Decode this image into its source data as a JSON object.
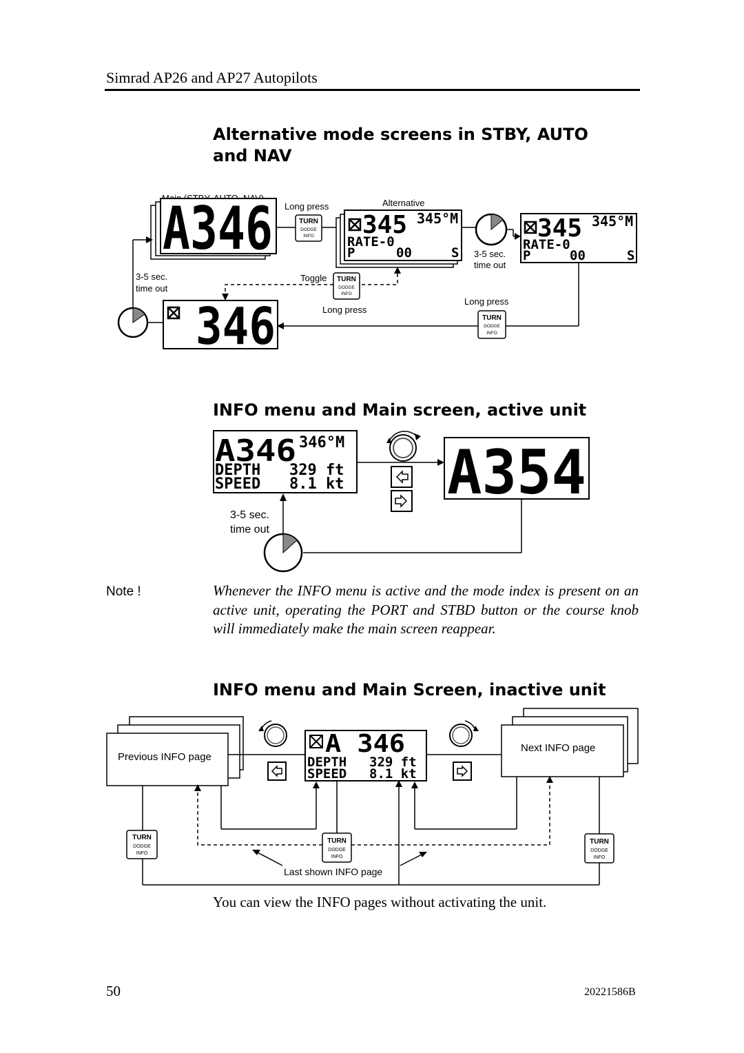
{
  "header": {
    "running_title": "Simrad AP26 and AP27 Autopilots"
  },
  "section1": {
    "title": "Alternative mode screens in STBY, AUTO and NAV",
    "labels": {
      "main": "Main (STBY, AUTO, NAV)",
      "long_press_top": "Long press",
      "alternative": "Alternative",
      "timeout_left_1": "3-5 sec.",
      "timeout_left_2": "time out",
      "timeout_right_1": "3-5 sec.",
      "timeout_right_2": "time out",
      "toggle": "Toggle",
      "long_press_mid": "Long press",
      "long_press_right": "Long press"
    },
    "screens": {
      "main_value": "A346",
      "alt_heading": "345",
      "alt_set": "345°M",
      "alt_rate": "RATE-0",
      "alt_p": "P",
      "alt_zero": "00",
      "alt_s": "S",
      "bottom_value": "346"
    }
  },
  "button": {
    "line1": "TURN",
    "line2": "DODGE",
    "line3": "INFO"
  },
  "section2": {
    "title": "INFO menu and Main screen, active unit",
    "screen": {
      "big": "A346",
      "set": "346°M",
      "depth_label": "DEPTH",
      "depth_value": "329 ft",
      "speed_label": "SPEED",
      "speed_value": "8.1 kt"
    },
    "main_value": "A354",
    "timeout_1": "3-5 sec.",
    "timeout_2": "time out"
  },
  "note": {
    "label": "Note !",
    "text": "Whenever the INFO menu is active and the mode index is present on an active unit, operating the PORT and STBD button or the course knob will immediately make the main screen reappear."
  },
  "section3": {
    "title": "INFO menu and Main Screen, inactive unit",
    "previous": "Previous INFO page",
    "next": "Next INFO page",
    "last_shown": "Last shown INFO page",
    "screen": {
      "big": "A 346",
      "depth_label": "DEPTH",
      "depth_value": "329 ft",
      "speed_label": "SPEED",
      "speed_value": "8.1 kt"
    }
  },
  "caption": "You can view the INFO pages without activating the unit.",
  "footer": {
    "page_number": "50",
    "doc_code": "20221586B"
  }
}
